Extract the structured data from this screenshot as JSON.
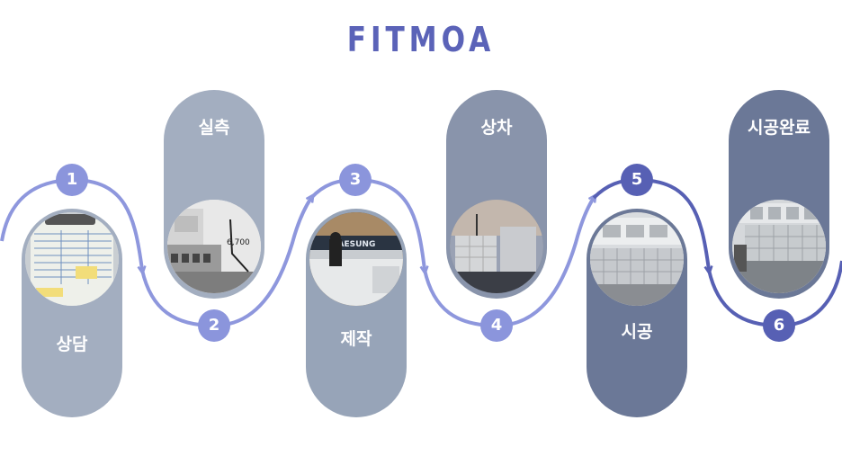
{
  "title": "FITMOA",
  "colors": {
    "title": "#5b63b8",
    "path_light": "#8e97dd",
    "path_dark": "#5760b4",
    "pill_lightest": "#a3aec0",
    "pill_light": "#97a4b8",
    "pill_mid": "#8994ab",
    "pill_dark": "#6b7897",
    "badge_light": "#8b95dc",
    "badge_dark": "#5760b4"
  },
  "steps": [
    {
      "number": "1",
      "label": "상담",
      "photo": "consultation-document-icon"
    },
    {
      "number": "2",
      "label": "실측",
      "photo": "measurement-room-icon"
    },
    {
      "number": "3",
      "label": "제작",
      "photo": "factory-machine-icon"
    },
    {
      "number": "4",
      "label": "상차",
      "photo": "truck-loading-icon"
    },
    {
      "number": "5",
      "label": "시공",
      "photo": "locker-installation-icon"
    },
    {
      "number": "6",
      "label": "시공완료",
      "photo": "completed-classroom-icon"
    }
  ]
}
